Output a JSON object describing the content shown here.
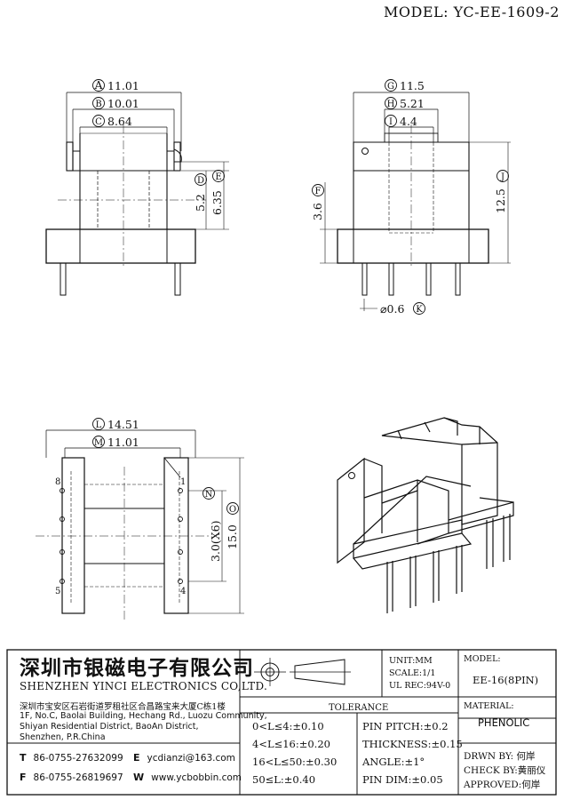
{
  "header": {
    "model": "MODEL: YC-EE-1609-2"
  },
  "front_view": {
    "A": {
      "letter": "A",
      "value": "11.01"
    },
    "B": {
      "letter": "B",
      "value": "10.01"
    },
    "C": {
      "letter": "C",
      "value": "8.64"
    },
    "D": {
      "letter": "D",
      "value": "5.2"
    },
    "E": {
      "letter": "E",
      "value": "6.35"
    }
  },
  "side_view": {
    "G": {
      "letter": "G",
      "value": "11.5"
    },
    "H": {
      "letter": "H",
      "value": "5.21"
    },
    "I": {
      "letter": "I",
      "value": "4.4"
    },
    "F": {
      "letter": "F",
      "value": "3.6"
    },
    "J": {
      "letter": "J",
      "value": "12.5"
    },
    "K": {
      "letter": "K",
      "value": "⌀0.6"
    }
  },
  "bottom_view": {
    "L": {
      "letter": "L",
      "value": "14.51"
    },
    "M": {
      "letter": "M",
      "value": "11.01"
    },
    "N": {
      "letter": "N",
      "value": "3.0(X6)"
    },
    "O": {
      "letter": "O",
      "value": "15.0"
    },
    "pins": {
      "p1": "1",
      "p4": "4",
      "p5": "5",
      "p8": "8"
    }
  },
  "title_block": {
    "company_cn": "深圳市银磁电子有限公司",
    "company_en": "SHENZHEN YINCI ELECTRONICS CO,LTD.",
    "address_cn": "深圳市宝安区石岩街道罗租社区合昌路宝来大厦C栋1楼",
    "address_en": [
      "1F, No.C, Baolai Building, Hechang Rd., Luozu Community,",
      "Shiyan Residential District, BaoAn District,",
      "Shenzhen, P.R.China"
    ],
    "tel_label": "T",
    "tel": "86-0755-27632099",
    "fax_label": "F",
    "fax": "86-0755-26819697",
    "email_label": "E",
    "email": "ycdianzi@163.com",
    "web_label": "W",
    "web": "www.ycbobbin.com",
    "unit": "UNIT:MM",
    "scale": "SCALE:1/1",
    "ul": "UL REC:94V-0",
    "model_label": "MODEL:",
    "model_value": "EE-16(8PIN)",
    "material_label": "MATERIAL:",
    "material_value": "PHENOLIC",
    "tolerance_title": "TOLERANCE",
    "tolerances": [
      "0<L≤4:±0.10",
      "4<L≤16:±0.20",
      "16<L≤50:±0.30",
      "50≤L:±0.40"
    ],
    "tolerances_right": [
      "PIN PITCH:±0.2",
      "THICKNESS:±0.15",
      "ANGLE:±1°",
      "PIN DIM:±0.05"
    ],
    "drawn_by": "DRWN BY: 何岸",
    "check_by": "CHECK BY:黄丽仪",
    "approved": "APPROVED:何岸"
  }
}
